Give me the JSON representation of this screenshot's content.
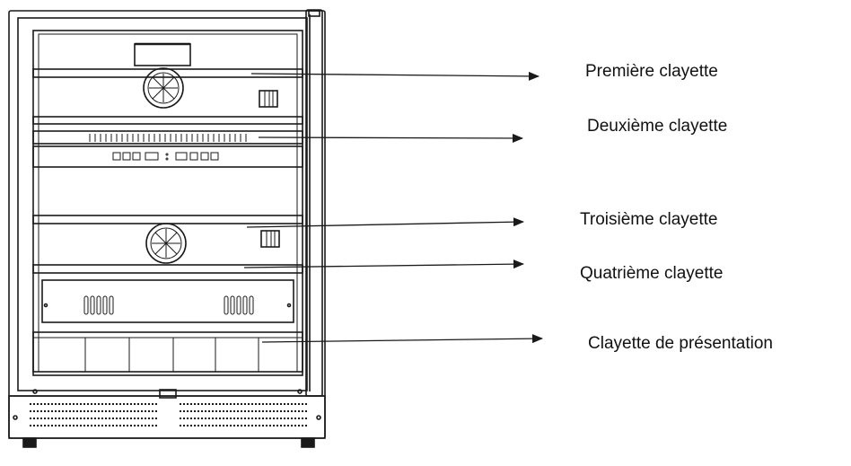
{
  "callouts": [
    {
      "label": "Première clayette"
    },
    {
      "label": "Deuxième clayette"
    },
    {
      "label": "Troisième clayette"
    },
    {
      "label": "Quatrième clayette"
    },
    {
      "label": "Clayette de présentation"
    }
  ],
  "colors": {
    "line": "#1a1a1a",
    "background": "#ffffff"
  }
}
